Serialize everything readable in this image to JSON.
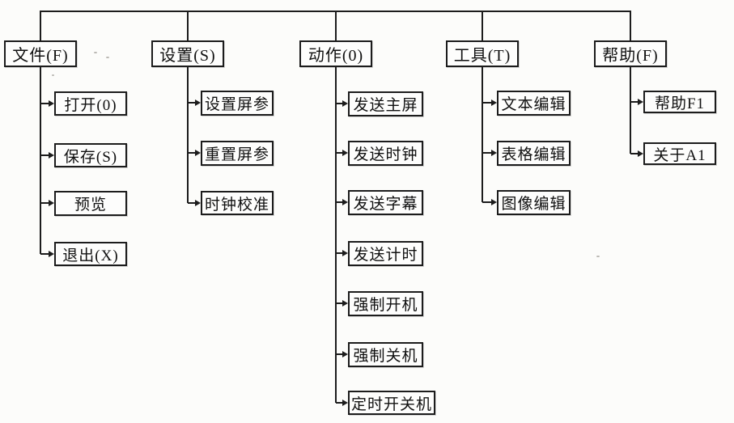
{
  "diagram": {
    "type": "menu-tree",
    "menus": [
      {
        "label": "文件(F)",
        "items": [
          "打开(0)",
          "保存(S)",
          "预览",
          "退出(X)"
        ]
      },
      {
        "label": "设置(S)",
        "items": [
          "设置屏参",
          "重置屏参",
          "时钟校准"
        ]
      },
      {
        "label": "动作(0)",
        "items": [
          "发送主屏",
          "发送时钟",
          "发送字幕",
          "发送计时",
          "强制开机",
          "强制关机",
          "定时开关机"
        ]
      },
      {
        "label": "工具(T)",
        "items": [
          "文本编辑",
          "表格编辑",
          "图像编辑"
        ]
      },
      {
        "label": "帮助(F)",
        "items": [
          "帮助F1",
          "关于A1"
        ]
      }
    ],
    "colors": {
      "line": "#1c1c1c",
      "box_border": "#1c1c1c",
      "text": "#101010",
      "background": "#fcfcfa"
    }
  }
}
